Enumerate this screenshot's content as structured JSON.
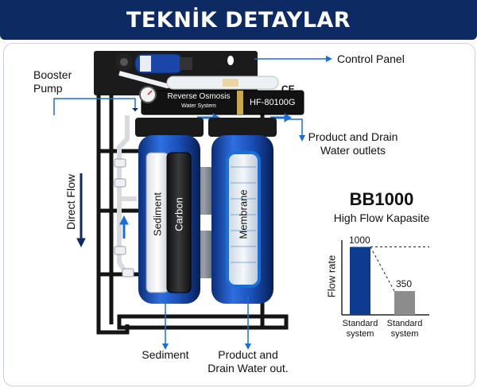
{
  "header": {
    "title": "TEKNİK DETAYLAR"
  },
  "labels": {
    "booster_pump": [
      "Booster",
      "Pump"
    ],
    "control_panel": "Control Panel",
    "outlets": [
      "Product and Drain",
      "Water outlets"
    ],
    "direct_flow": "Direct Flow",
    "sediment_bottom": "Sediment",
    "product_out": [
      "Product and",
      "Drain Water out."
    ]
  },
  "device": {
    "panel_text_1": "Reverse Osmosis",
    "panel_text_2": "Water System",
    "model": "HF-80100G",
    "ce_mark": "CE",
    "filter_1": "Sediment",
    "filter_2": "Carbon",
    "filter_3": "Membrane"
  },
  "product": {
    "title": "BB1000",
    "subtitle": "High Flow Kapasite"
  },
  "colors": {
    "brand_navy": "#0e2a63",
    "accent_blue": "#1a6fd6",
    "bar_primary": "#0d3b8f",
    "bar_secondary": "#8c8c8c"
  },
  "chart_data": {
    "type": "bar",
    "categories": [
      "Standard system",
      "Standard system"
    ],
    "values": [
      1000,
      350
    ],
    "value_labels": [
      "1000",
      "350"
    ],
    "ylabel": "Flow rate",
    "ylim": [
      0,
      1100
    ],
    "grid": false
  }
}
